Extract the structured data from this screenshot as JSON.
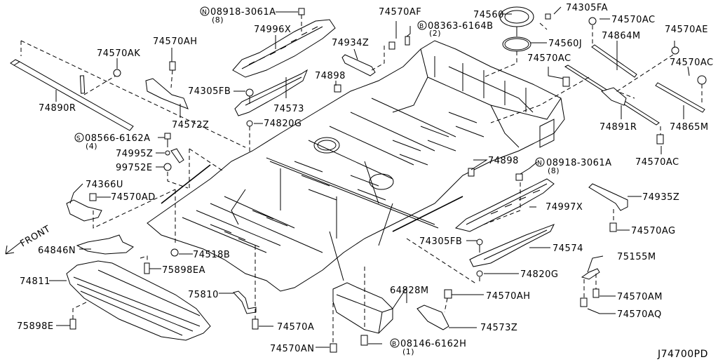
{
  "diagram": {
    "code": "J74700PD",
    "front_label": "FRONT",
    "labels": [
      {
        "id": "74570AK",
        "text": "74570AK"
      },
      {
        "id": "74570AH-top",
        "text": "74570AH"
      },
      {
        "id": "74890R",
        "text": "74890R"
      },
      {
        "id": "74572Z",
        "text": "74572Z"
      },
      {
        "id": "74305FB-top",
        "text": "74305FB"
      },
      {
        "id": "74573",
        "text": "74573"
      },
      {
        "id": "74820G-top",
        "text": "74820G"
      },
      {
        "id": "08918-3061A-top",
        "text": "08918-3061A",
        "prefix": "N",
        "qty": "(8)"
      },
      {
        "id": "74996X",
        "text": "74996X"
      },
      {
        "id": "74934Z",
        "text": "74934Z"
      },
      {
        "id": "74898-top",
        "text": "74898"
      },
      {
        "id": "74570AF",
        "text": "74570AF"
      },
      {
        "id": "08363-6164B",
        "text": "08363-6164B",
        "prefix": "B",
        "qty": "(2)"
      },
      {
        "id": "74560",
        "text": "74560"
      },
      {
        "id": "74305FA",
        "text": "74305FA"
      },
      {
        "id": "74570AC-1",
        "text": "74570AC"
      },
      {
        "id": "74560J",
        "text": "74560J"
      },
      {
        "id": "74864M",
        "text": "74864M"
      },
      {
        "id": "74570AE",
        "text": "74570AE"
      },
      {
        "id": "74570AC-2",
        "text": "74570AC"
      },
      {
        "id": "74570AC-3",
        "text": "74570AC"
      },
      {
        "id": "74891R",
        "text": "74891R"
      },
      {
        "id": "74865M",
        "text": "74865M"
      },
      {
        "id": "74570AC-4",
        "text": "74570AC"
      },
      {
        "id": "08566-6162A",
        "text": "08566-6162A",
        "prefix": "S",
        "qty": "(4)"
      },
      {
        "id": "74995Z",
        "text": "74995Z"
      },
      {
        "id": "99752E",
        "text": "99752E"
      },
      {
        "id": "74366U",
        "text": "74366U"
      },
      {
        "id": "74570AD",
        "text": "74570AD"
      },
      {
        "id": "64846N",
        "text": "64846N"
      },
      {
        "id": "74518B",
        "text": "74518B"
      },
      {
        "id": "75898EA",
        "text": "75898EA"
      },
      {
        "id": "74811",
        "text": "74811"
      },
      {
        "id": "75898E",
        "text": "75898E"
      },
      {
        "id": "75810",
        "text": "75810"
      },
      {
        "id": "74570A",
        "text": "74570A"
      },
      {
        "id": "74570AN",
        "text": "74570AN"
      },
      {
        "id": "64828M",
        "text": "64828M"
      },
      {
        "id": "08146-6162H",
        "text": "08146-6162H",
        "prefix": "B",
        "qty": "(1)"
      },
      {
        "id": "74570AH-bottom",
        "text": "74570AH"
      },
      {
        "id": "74573Z",
        "text": "74573Z"
      },
      {
        "id": "74898-right",
        "text": "74898"
      },
      {
        "id": "08918-3061A-right",
        "text": "08918-3061A",
        "prefix": "N",
        "qty": "(8)"
      },
      {
        "id": "74997X",
        "text": "74997X"
      },
      {
        "id": "74935Z",
        "text": "74935Z"
      },
      {
        "id": "74570AG",
        "text": "74570AG"
      },
      {
        "id": "74305FB-bottom",
        "text": "74305FB"
      },
      {
        "id": "74574",
        "text": "74574"
      },
      {
        "id": "74820G-bottom",
        "text": "74820G"
      },
      {
        "id": "75155M",
        "text": "75155M"
      },
      {
        "id": "74570AM",
        "text": "74570AM"
      },
      {
        "id": "74570AQ",
        "text": "74570AQ"
      }
    ]
  }
}
